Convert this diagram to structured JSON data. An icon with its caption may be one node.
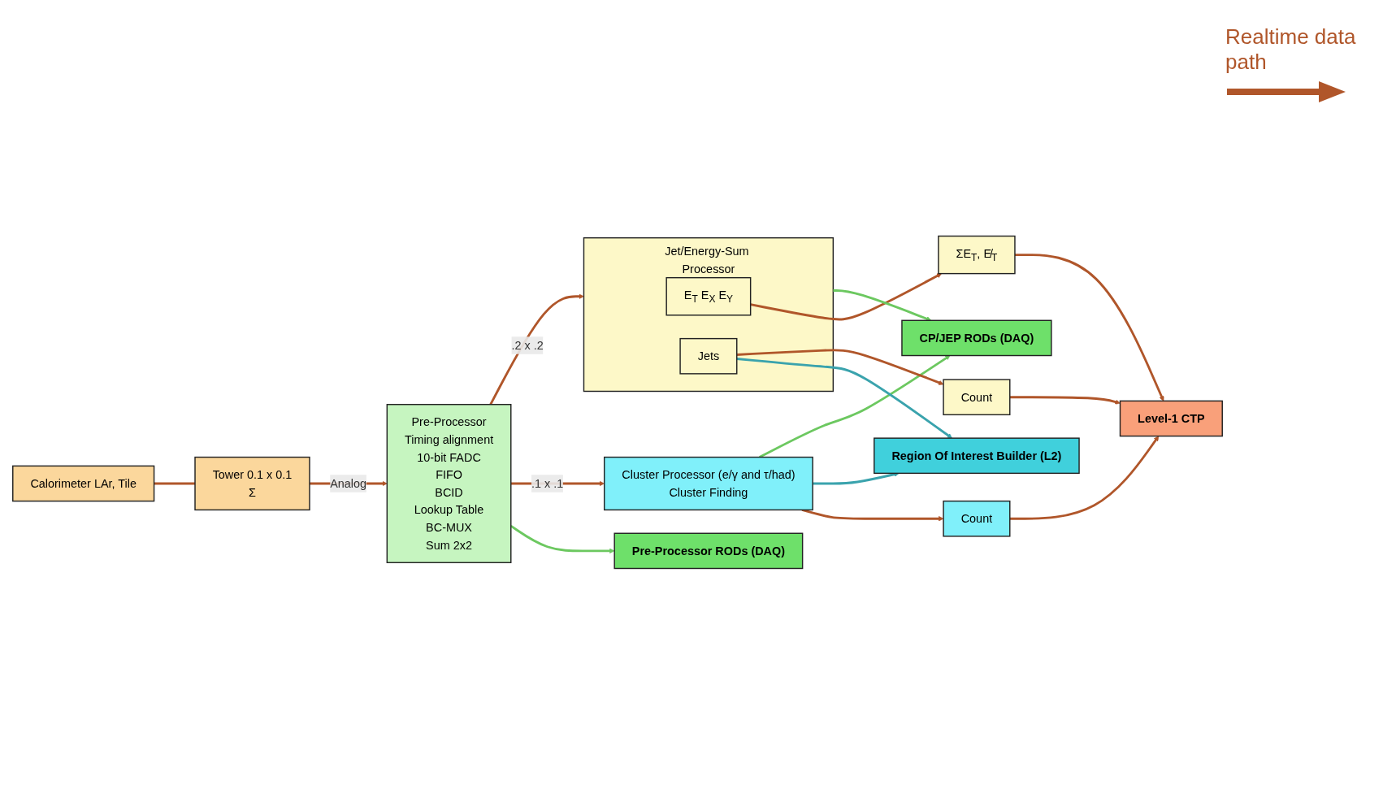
{
  "diagram": {
    "nodes": [
      {
        "text": [
          "Calorimeter LAr, Tile"
        ]
      },
      {
        "text": [
          "Tower 0.1 x 0.1",
          "Σ"
        ]
      },
      {
        "text": [
          "Pre-Processor",
          "Timing alignment",
          "10-bit FADC",
          "FIFO",
          "BCID",
          "Lookup Table",
          "BC-MUX",
          "Sum 2x2"
        ]
      },
      {
        "text": [
          "Pre-Processor RODs (DAQ)"
        ]
      },
      {
        "text": [
          "Cluster Processor (e/γ and τ/had)",
          "Cluster Finding"
        ]
      },
      {
        "text": [
          "Count"
        ]
      },
      {
        "text": [
          "Jet/Energy-Sum Processor"
        ]
      },
      {
        "text": [
          "E$_{T}$ E$_{X}$ E$_{Y}$"
        ],
        "in": 6
      },
      {
        "text": [
          "Jets"
        ],
        "in": 6
      },
      {
        "text": [
          "ΣE$_{T}$, E̸$_{T}$"
        ]
      },
      {
        "text": [
          "Count"
        ]
      },
      {
        "text": [
          "Region Of Interest Builder (L2)"
        ]
      },
      {
        "text": [
          "Level-1 CTP"
        ]
      },
      {
        "text": [
          "CP/JEP RODs (DAQ)"
        ]
      }
    ],
    "edges": [
      {
        "from": 0,
        "to": 1,
        "arrow": "none"
      },
      {
        "from": 1,
        "to": 2,
        "arrow": "to",
        "label": "Analog"
      },
      {
        "from": 2,
        "to": 3,
        "arrow": "to",
        "color": "#6cc860"
      },
      {
        "from": 2,
        "to": 4,
        "arrow": "to",
        "label": ".1 x .1"
      },
      {
        "from": 2,
        "to": 6,
        "arrow": "to",
        "label": ".2 x .2"
      },
      {
        "from": 4,
        "to": 5,
        "arrow": "to"
      },
      {
        "from": 4,
        "to": 11,
        "arrow": "to",
        "color": "#3aa3ad"
      },
      {
        "from": 4,
        "to": 13,
        "arrow": "to",
        "color": "#6cc860"
      },
      {
        "from": 5,
        "to": 12,
        "arrow": "to"
      },
      {
        "from": 8,
        "to": 11,
        "arrow": "to",
        "color": "#3aa3ad"
      },
      {
        "from": 6,
        "to": 13,
        "arrow": "to",
        "color": "#6cc860"
      },
      {
        "from": 7,
        "to": 9,
        "arrow": "to"
      },
      {
        "from": 8,
        "to": 10,
        "arrow": "to"
      },
      {
        "from": 10,
        "to": 12,
        "arrow": "to"
      },
      {
        "from": 9,
        "to": 12,
        "arrow": "to"
      }
    ],
    "legend": [
      {
        "text": "Realtime data path"
      }
    ]
  }
}
